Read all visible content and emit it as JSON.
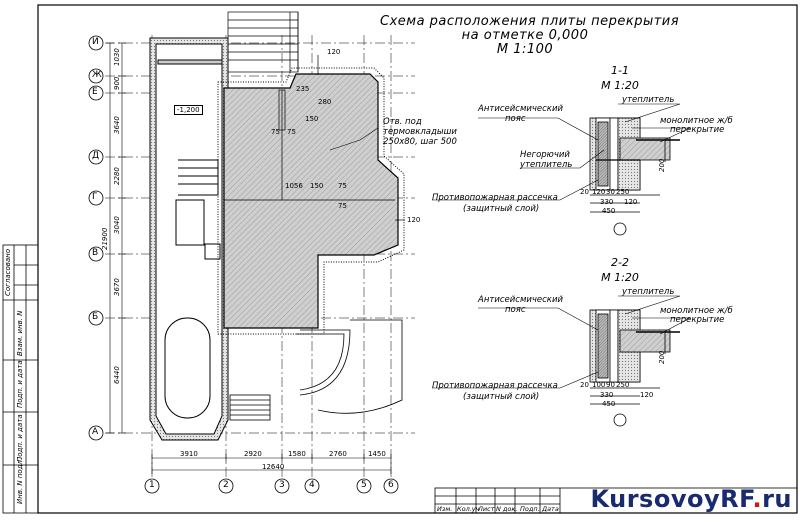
{
  "drawing": {
    "title_line1": "Схема расположения плиты перекрытия",
    "title_line2": "на отметке 0,000",
    "scale": "М 1:100",
    "note_line1": "Отв. под",
    "note_line2": "термовкладыши",
    "note_line3": "250x80, шаг 500",
    "level_mark": "-1,200"
  },
  "axes_rows": [
    "И",
    "Ж",
    "Е",
    "Д",
    "Г",
    "В",
    "Б",
    "А"
  ],
  "axes_cols": [
    "1",
    "2",
    "3",
    "4",
    "5",
    "6"
  ],
  "dims_left": [
    "1030",
    "900",
    "3640",
    "2280",
    "3040",
    "3670",
    "6440"
  ],
  "dim_left_total": "21900",
  "dims_bottom": [
    "3910",
    "2920",
    "1580",
    "2760",
    "1450"
  ],
  "dim_bottom_total": "12640",
  "plan_dims": [
    "120",
    "235",
    "280",
    "150",
    "75",
    "75",
    "1056",
    "150",
    "75",
    "75",
    "120"
  ],
  "section1": {
    "name": "1-1",
    "scale": "М 1:20",
    "label_seismic": "Антисейсмический",
    "label_seismic_2": "пояс",
    "label_insul": "утеплитель",
    "label_slab": "монолитное ж/б",
    "label_slab_2": "перекрытие",
    "label_nonfire": "Негорючий",
    "label_nonfire_2": "утеплитель",
    "label_fire": "Противопожарная рассечка",
    "label_fire_2": "(защитный слой)",
    "dim_a": "20",
    "dim_b": "120",
    "dim_c": "30",
    "dim_d": "250",
    "dim_e": "330",
    "dim_f": "120",
    "dim_g": "450",
    "dim_h": "200"
  },
  "section2": {
    "name": "2-2",
    "scale": "М 1:20",
    "label_seismic": "Антисейсмический",
    "label_seismic_2": "пояс",
    "label_insul": "утеплитель",
    "label_slab": "монолитное ж/б",
    "label_slab_2": "перекрытие",
    "label_fire": "Противопожарная рассечка",
    "label_fire_2": "(защитный слой)",
    "dim_a": "20",
    "dim_b": "100",
    "dim_c": "90",
    "dim_d": "250",
    "dim_e": "330",
    "dim_f": "120",
    "dim_g": "450",
    "dim_h": "200"
  },
  "stamp_cols": [
    "Изм.",
    "Кол.уч",
    "Лист",
    "N док.",
    "Подп.",
    "Дата"
  ],
  "side_stamp": [
    "Согласовано",
    "Взам. инв. N",
    "Подп. и дата",
    "Инв. N подл.",
    "Подп. и дата"
  ],
  "watermark": {
    "main": "KursovoyRF",
    "dot": ".",
    "tld": "ru"
  }
}
